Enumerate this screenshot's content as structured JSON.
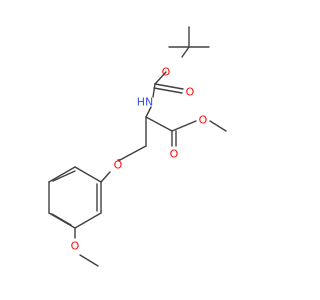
{
  "molecule": {
    "atoms": {
      "o_boc_ester": {
        "label": "O",
        "color": "#ff0d0d"
      },
      "o_boc_carbonyl": {
        "label": "O",
        "color": "#ff0d0d"
      },
      "n_amide": {
        "label": "HN",
        "color": "#3050f8"
      },
      "o_ester_carbonyl": {
        "label": "O",
        "color": "#ff0d0d"
      },
      "o_ester_single": {
        "label": "O",
        "color": "#ff0d0d"
      },
      "o_ether": {
        "label": "O",
        "color": "#ff0d0d"
      },
      "o_methoxy": {
        "label": "O",
        "color": "#ff0d0d"
      }
    },
    "bond_color": "#404040"
  }
}
